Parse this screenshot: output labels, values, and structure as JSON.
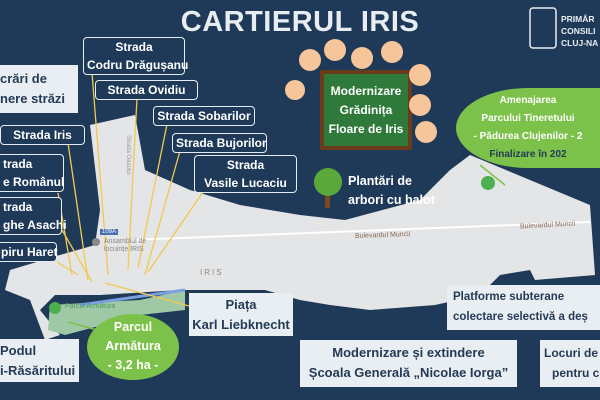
{
  "title": "CARTIERUL IRIS",
  "logo": {
    "lines": [
      "PRIMĂR",
      "CONSILI",
      "CLUJ-NA"
    ]
  },
  "streets": [
    {
      "l1": "Strada",
      "l2": "Codru Drăgușanu"
    },
    {
      "l1": "Strada Ovidiu"
    },
    {
      "l1": "Strada Sobarilor"
    },
    {
      "l1": "Strada Bujorilor"
    },
    {
      "l1": "Strada",
      "l2": "Vasile Lucaciu"
    },
    {
      "l1": "Strada Iris"
    },
    {
      "l1": "trada",
      "l2": "e Românul"
    },
    {
      "l1": "trada",
      "l2": "ghe Asachi"
    },
    {
      "l1": "piru Haret"
    }
  ],
  "works": {
    "l1": "crări de",
    "l2": "nere străzi"
  },
  "kindergarten": {
    "l1": "Modernizare",
    "l2": "Grădinița",
    "l3": "Floare de Iris"
  },
  "trees": {
    "l1": "Plantări de",
    "l2": "arbori cu balot"
  },
  "park_tineretului": {
    "l1": "Amenajarea",
    "l2": "Parcului Tineretului",
    "l3": "- Pădurea Clujenilor - 2",
    "l4": "Finalizare în 202"
  },
  "piata": {
    "l1": "Piața",
    "l2": "Karl Liebknecht"
  },
  "podul": {
    "l1": "Podul",
    "l2": "i-Răsăritului"
  },
  "park_armatura": {
    "l1": "Parcul",
    "l2": "Armătura",
    "l3": "- 3,2 ha -"
  },
  "platforme": {
    "l1": "Platforme subterane",
    "l2": "colectare selectivă a deș"
  },
  "school": {
    "l1": "Modernizare și extindere",
    "l2": "Școala Generală „Nicolae Iorga”"
  },
  "locuri": {
    "l1": "Locuri de",
    "l2": "pentru c"
  },
  "map": {
    "district": "IRIS",
    "road1": "Bulevardul Muncii",
    "road2": "Bulevardul Muncii",
    "poi": "Ansamblul de locuințe IRIS",
    "park": "Parcul Armătura",
    "road_badge": "109A",
    "street_v": "Strada Oașului"
  },
  "colors": {
    "background": "#1f3a58",
    "accent_green": "#7cc24a",
    "connector": "#f2c94c"
  }
}
